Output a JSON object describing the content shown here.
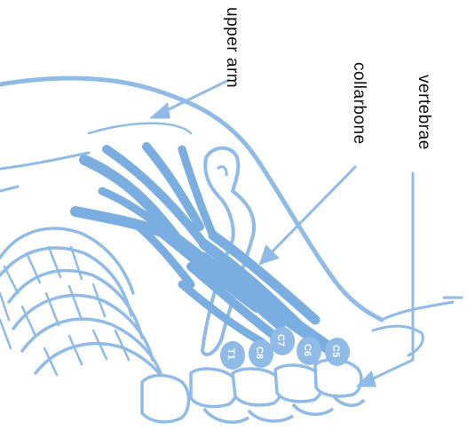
{
  "labels": {
    "upper_arm": "upper arm",
    "collarbone": "collarbone",
    "vertebrae": "vertebrae"
  },
  "vertebra_labels": [
    "C5",
    "C6",
    "C7",
    "C8",
    "T1"
  ],
  "colors": {
    "diagram": "#8fbbe6",
    "nerves": "#7aaee0",
    "text": "#111111",
    "background": "#ffffff"
  }
}
